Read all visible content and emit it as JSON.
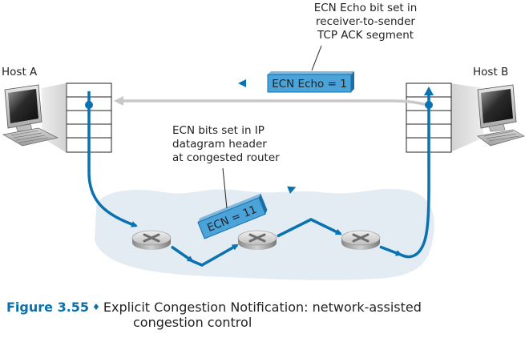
{
  "hosts": [
    {
      "id": "host-a",
      "label": "Host A"
    },
    {
      "id": "host-b",
      "label": "Host B"
    }
  ],
  "annotations": {
    "ecn_echo_note": [
      "ECN Echo bit set in",
      "receiver-to-sender",
      "TCP ACK segment"
    ],
    "ecn_bits_note": [
      "ECN bits set in IP",
      "datagram header",
      "at congested router"
    ]
  },
  "packets": {
    "ack_packet_label": "ECN Echo = 1",
    "ip_packet_label": "ECN = 11"
  },
  "network": {
    "router_count": 3,
    "routers": [
      "router-1",
      "router-2",
      "router-3"
    ]
  },
  "caption": {
    "figure_number": "Figure 3.55",
    "separator": "♦",
    "line1": "Explicit Congestion Notification: network-assisted",
    "line2": "congestion control"
  },
  "colors": {
    "path_blue": "#0a72b0",
    "packet_fill": "#4aa3d9",
    "packet_edge": "#1a6fa8",
    "ack_path_gray": "#c8c8c8",
    "network_cloud": "#e3ecf3",
    "caption_accent": "#0a6fad"
  }
}
